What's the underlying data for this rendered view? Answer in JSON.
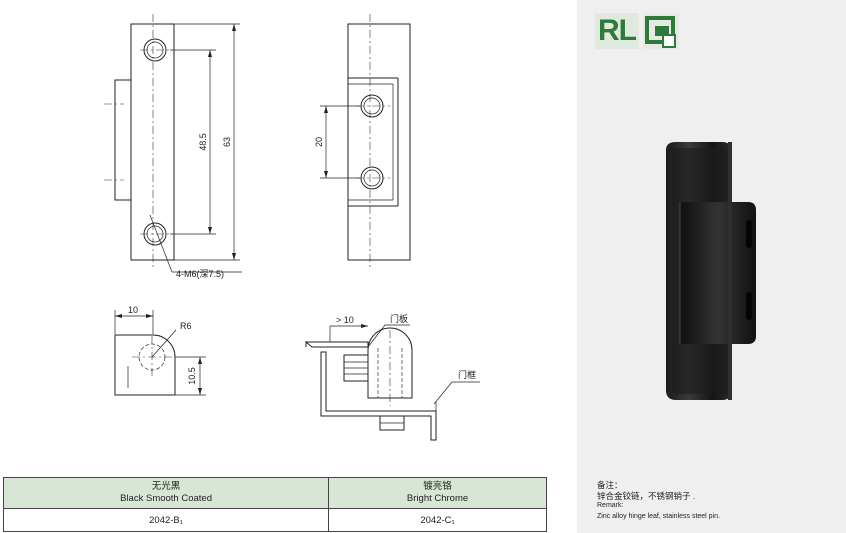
{
  "drawing": {
    "dim_63": "63",
    "dim_48_5": "48.5",
    "dim_20": "20",
    "hole_callout": "4-M6(深7.5)",
    "dim_10_top": "10",
    "dim_r6": "R6",
    "dim_10_5": "10.5",
    "dim_gt10": "> 10",
    "label_door_panel": "门板",
    "label_door_frame": "门框"
  },
  "finish_table": {
    "headers": [
      {
        "cn": "无光黑",
        "en": "Black Smooth Coated"
      },
      {
        "cn": "镀亮铬",
        "en": "Bright Chrome"
      }
    ],
    "codes": [
      "2042-B₁",
      "2042-C₁"
    ]
  },
  "brand": {
    "logo_text": "RL"
  },
  "remarks": {
    "cn_title": "备注：",
    "cn_text": "锌合金铰链，不锈钢销子 .",
    "en_title": "Remark:",
    "en_text": "Zinc alloy hinge leaf, stainless steel pin."
  }
}
